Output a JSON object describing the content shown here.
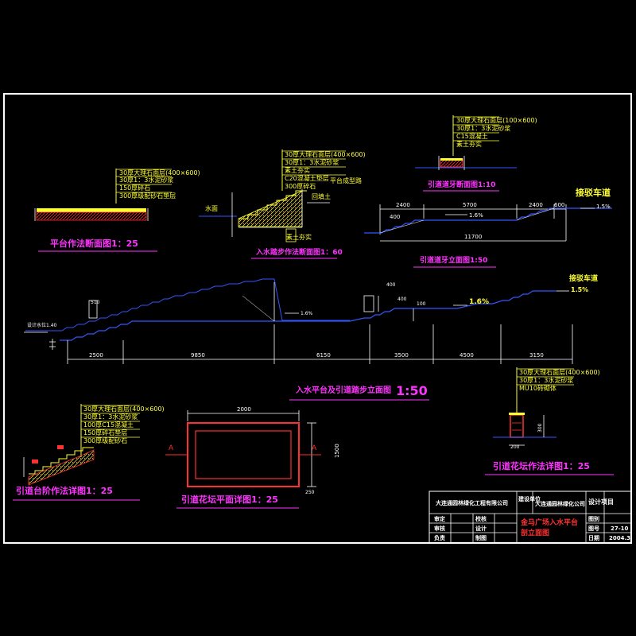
{
  "colors": {
    "background": "#000000",
    "frame": "#ffffff",
    "caption": "#ff33ff",
    "note": "#ffff00",
    "grade": "#2a3cff",
    "dim": "#ffffff",
    "hatch": "#ff2a2a",
    "steps": "#3355ff"
  },
  "captions": {
    "platform_section": "平台作法断面图1：25",
    "entry_steps_section": "入水踏步作法断面图1：60",
    "ramp_section": "引道道牙断面图1:10",
    "ramp_elevation": "引道道牙立面图1:50",
    "main_elevation": "入水平台及引道踏步立面图",
    "main_scale": "1:50",
    "ramp_steps_detail": "引道台阶作法详图1：25",
    "planter_plan": "引道花坛平面详图1：25",
    "planter_detail": "引道花坛作法详图1：25"
  },
  "notes": {
    "platform": [
      "30厚大理石面层(400×600)",
      "30厚1：3水泥砂浆",
      "150厚碎石",
      "300厚级配砂石垫层"
    ],
    "entry_steps": [
      "30厚大理石面层(400×600)",
      "30厚1：3水泥砂浆",
      "素土夯实",
      "C20混凝土垫层",
      "300厚碎石"
    ],
    "ramp_top": [
      "30厚大理石面层(100×600)",
      "30厚1：3水泥砂浆",
      "C15混凝土",
      "素土夯实"
    ],
    "ramp_steps": [
      "30厚大理石面层(400×600)",
      "30厚1：3水泥砂浆",
      "100厚C15混凝土",
      "150厚碎石垫层",
      "300厚级配砂石"
    ],
    "planter": [
      "30厚大理石面层(400×600)",
      "30厚1：3水泥砂浆",
      "MU10砖砌体"
    ],
    "platform_edge": "平台成型路",
    "water_level": "水面",
    "backfill": "回填土",
    "base": "素土夯实",
    "parking": "接驳车道",
    "slope": "1.6%",
    "slope_2": "1.5%",
    "design_water": "设计水位1.40"
  },
  "dims": {
    "ramp": [
      "2400",
      "5700",
      "2400",
      "600",
      "11700",
      "400"
    ],
    "main": [
      "2500",
      "9850",
      "6150",
      "3500",
      "4500",
      "3150"
    ],
    "planter": [
      "2000",
      "1500",
      "250",
      "300",
      "200"
    ],
    "marks": [
      "510",
      "400",
      "400",
      "100"
    ]
  },
  "section_marker": "A",
  "title_block": {
    "company": "大连通园林绿化工程有限公司",
    "construction_label": "建设单位",
    "construction_unit": "大连通园林绿化公司",
    "design_label": "设计项目",
    "drawing_label": "图别",
    "number_label": "图号",
    "date_label": "日期",
    "drawing_title_1": "金马广场入水平台",
    "drawing_title_2": "剖立面图",
    "drawing_no": "27-10",
    "date": "2004.3",
    "roles": [
      "审定",
      "校核",
      "审核",
      "设计",
      "负责",
      "制图"
    ]
  }
}
